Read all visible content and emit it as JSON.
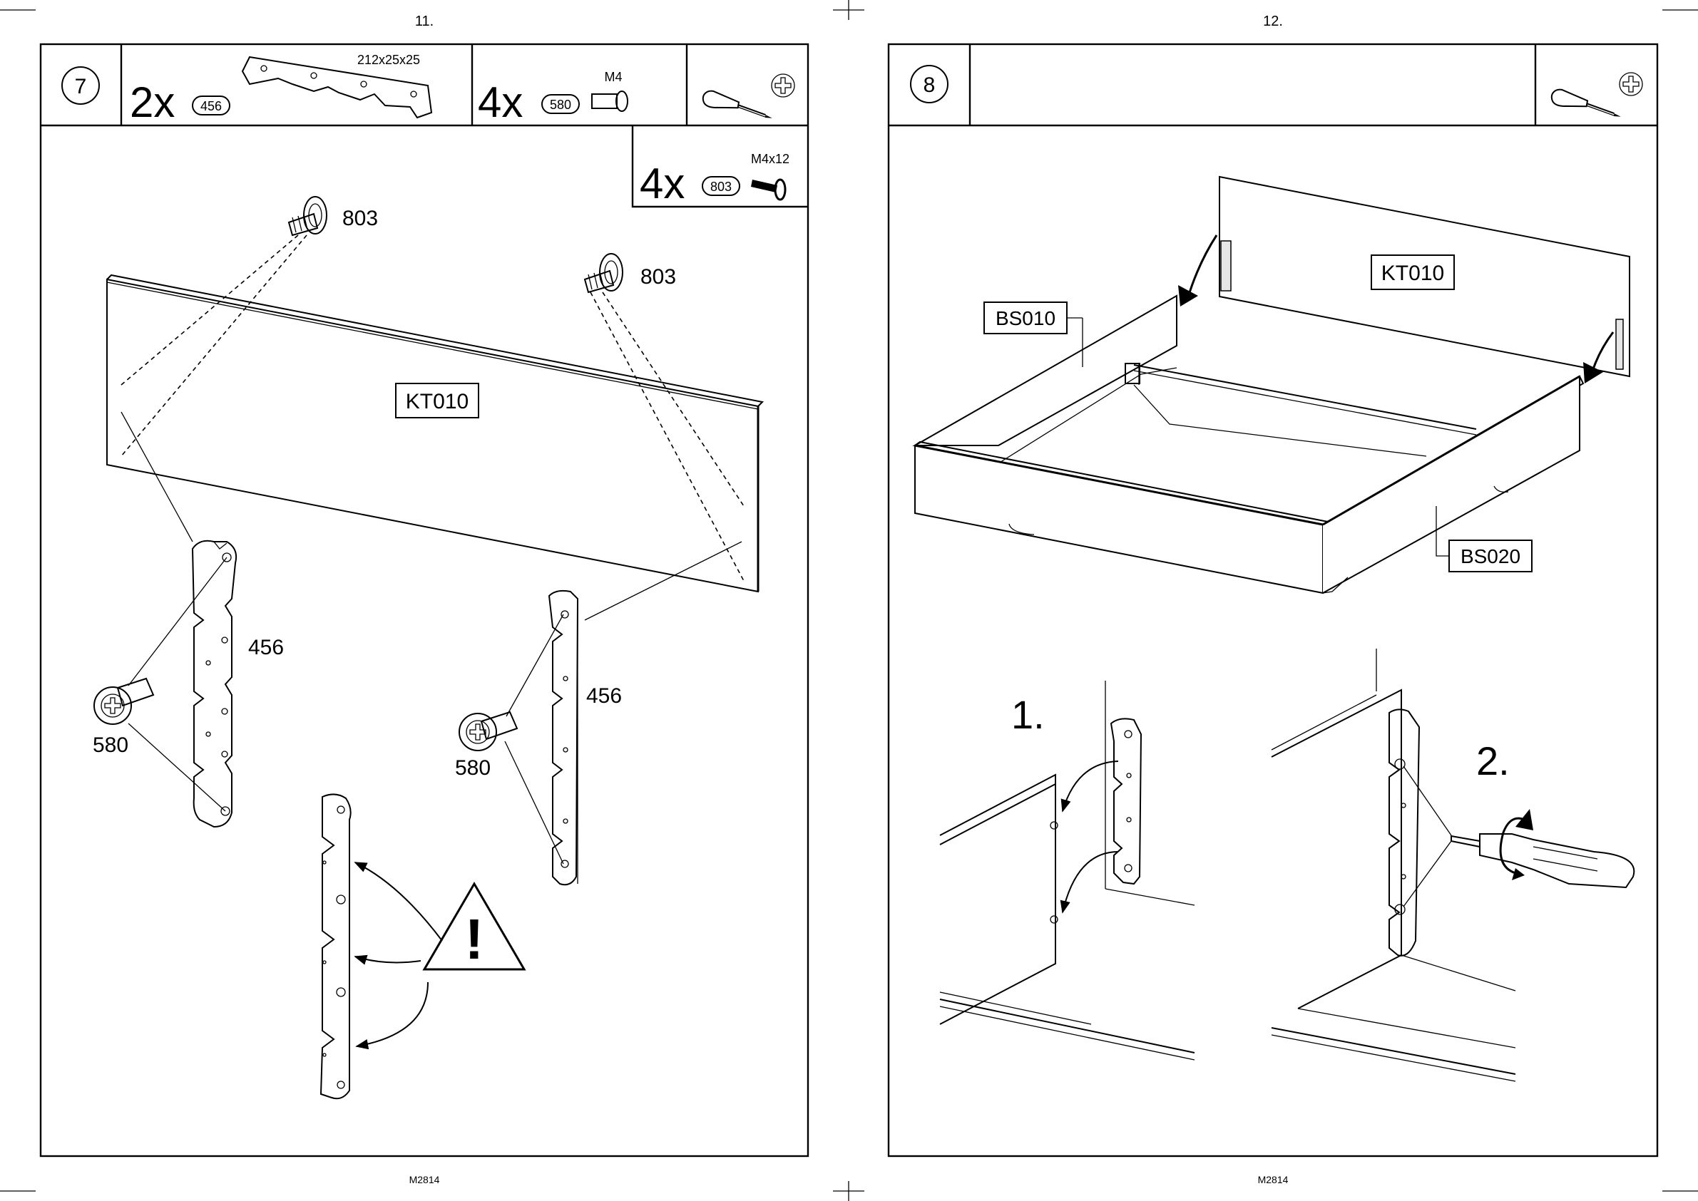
{
  "pages": [
    {
      "page_number": "11.",
      "footer_code": "M2814",
      "step": {
        "number": "7",
        "parts": [
          {
            "qty": "2x",
            "id": "456",
            "dims": "212x25x25"
          },
          {
            "qty": "4x",
            "id": "580",
            "dims": "M4"
          },
          {
            "qty": "4x",
            "id": "803",
            "dims": "M4x12"
          }
        ],
        "tool": "screwdriver-phillips"
      },
      "labels": {
        "panel": "KT010",
        "screw_left": "803",
        "screw_right": "803",
        "bracket_left": "456",
        "bracket_right": "456",
        "bolt_left": "580",
        "bolt_right": "580"
      },
      "warning_symbol": "!"
    },
    {
      "page_number": "12.",
      "footer_code": "M2814",
      "step": {
        "number": "8",
        "tool": "screwdriver-phillips"
      },
      "labels": {
        "headboard": "KT010",
        "side_rail": "BS010",
        "front_rail": "BS020",
        "sub_step_1": "1.",
        "sub_step_2": "2."
      }
    }
  ]
}
